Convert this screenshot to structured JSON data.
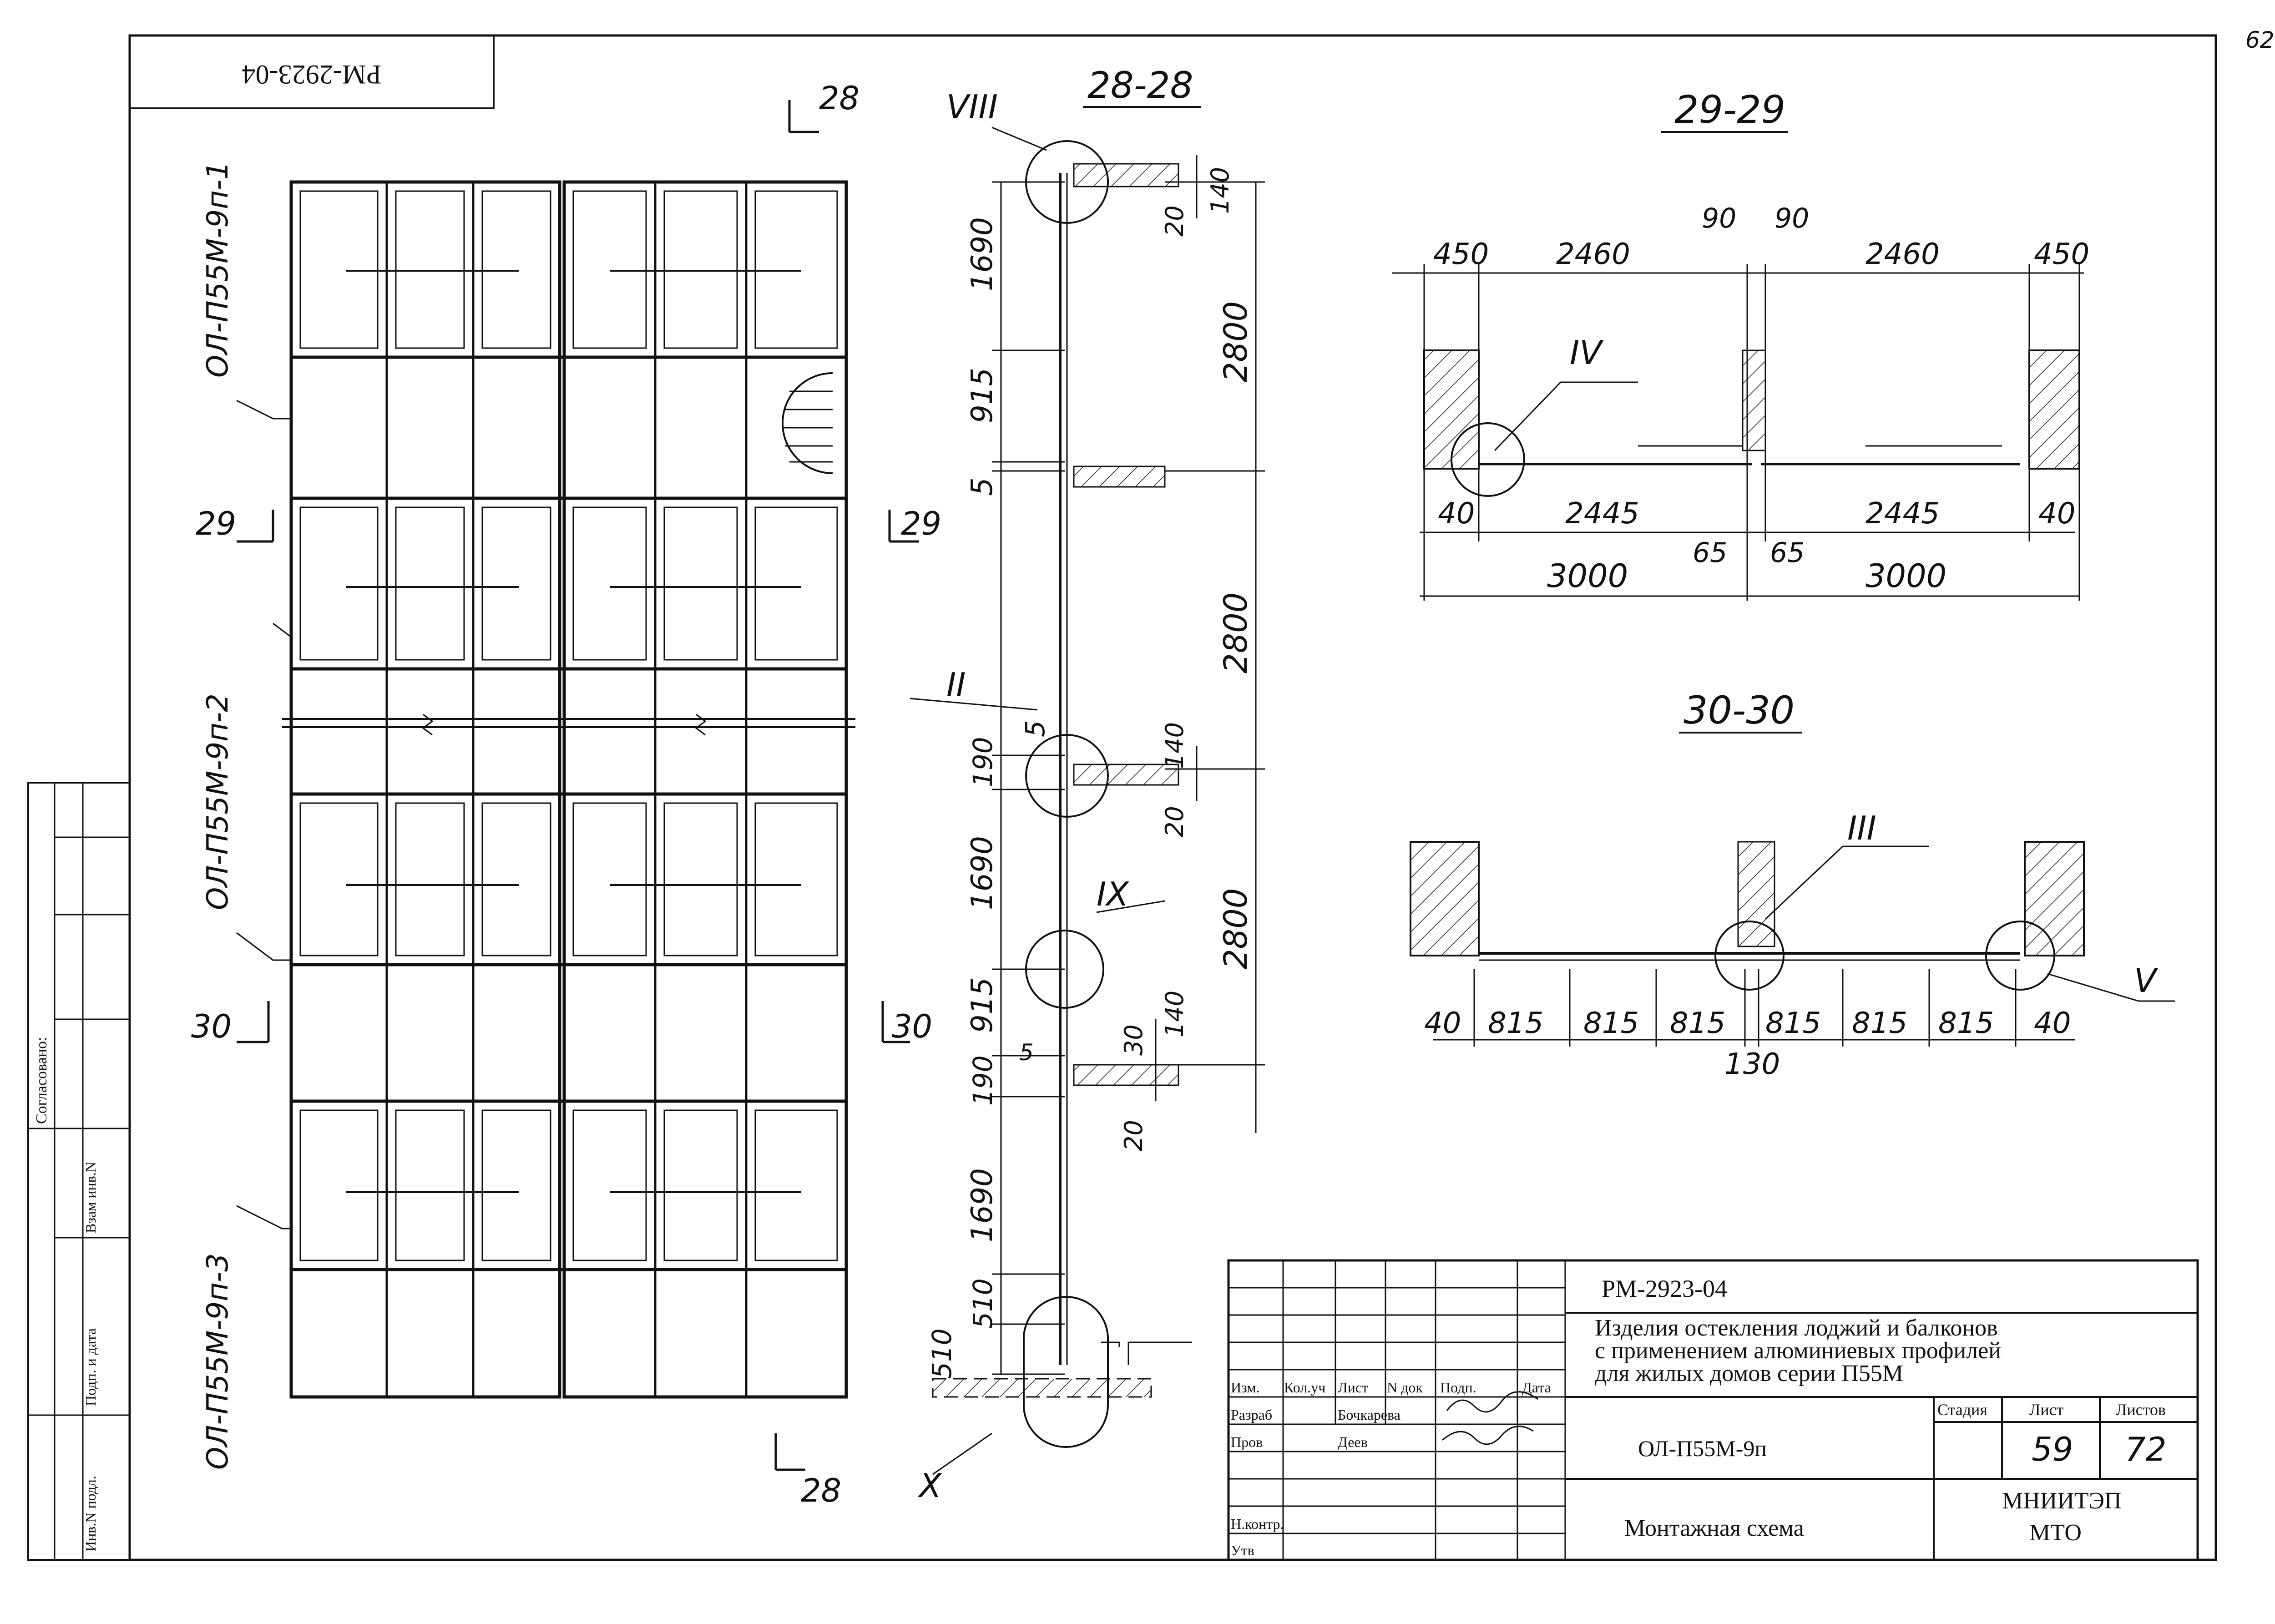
{
  "page_number": "62",
  "mirrored_code": "РМ-2923-04",
  "elevation": {
    "cut_top": "28",
    "cut_bottom": "28",
    "marks": [
      "ОЛ-П55М-9п-1",
      "ОЛ-П55М-9п-2",
      "ОЛ-П55М-9п-3"
    ],
    "cut29_left": "29",
    "cut29_right": "29",
    "cut30_left": "30",
    "cut30_right": "30"
  },
  "section_28": {
    "title": "28-28",
    "dims_left": [
      "1690",
      "915",
      "5",
      "190",
      "5",
      "1690",
      "915",
      "5",
      "190",
      "1690",
      "510",
      "510"
    ],
    "dims_right": [
      "2800",
      "2800",
      "2800"
    ],
    "small_dims": [
      "140",
      "20",
      "140",
      "20",
      "30",
      "140",
      "20"
    ],
    "nodes": [
      "VIII",
      "II",
      "IX",
      "X"
    ]
  },
  "section_29": {
    "title": "29-29",
    "top_dims": [
      "450",
      "2460",
      "90",
      "90",
      "2460",
      "450"
    ],
    "mid_dims": [
      "40",
      "2445",
      "65",
      "65",
      "2445",
      "40"
    ],
    "bottom_dims": [
      "3000",
      "3000"
    ],
    "node": "IV"
  },
  "section_30": {
    "title": "30-30",
    "dims": [
      "40",
      "815",
      "815",
      "815",
      "815",
      "815",
      "815",
      "40"
    ],
    "center_dim": "130",
    "nodes": [
      "III",
      "V"
    ]
  },
  "left_stamp": {
    "agreed": "Согласовано:",
    "swap_inv": "Взам инв.N",
    "sign_date": "Подп. и дата",
    "inv_orig": "Инв.N подл."
  },
  "title_block": {
    "doc_code": "РМ-2923-04",
    "title_line1": "Изделия остекления лоджий и балконов",
    "title_line2": "с применением алюминиевых профилей",
    "title_line3": "для жилых домов серии П55М",
    "col_headers": [
      "Изм.",
      "Кол.уч",
      "Лист",
      "N док",
      "Подп.",
      "Дата"
    ],
    "roles": [
      {
        "role": "Разраб",
        "name": "Бочкарева"
      },
      {
        "role": "Пров",
        "name": "Деев"
      },
      {
        "role": "Н.контр.",
        "name": ""
      },
      {
        "role": "Утв",
        "name": ""
      }
    ],
    "product": "ОЛ-П55М-9п",
    "stage_label": "Стадия",
    "sheet_label": "Лист",
    "sheets_label": "Листов",
    "sheet_value": "59",
    "sheets_value": "72",
    "drawing_name": "Монтажная схема",
    "org_line1": "МНИИТЭП",
    "org_line2": "МТО"
  }
}
